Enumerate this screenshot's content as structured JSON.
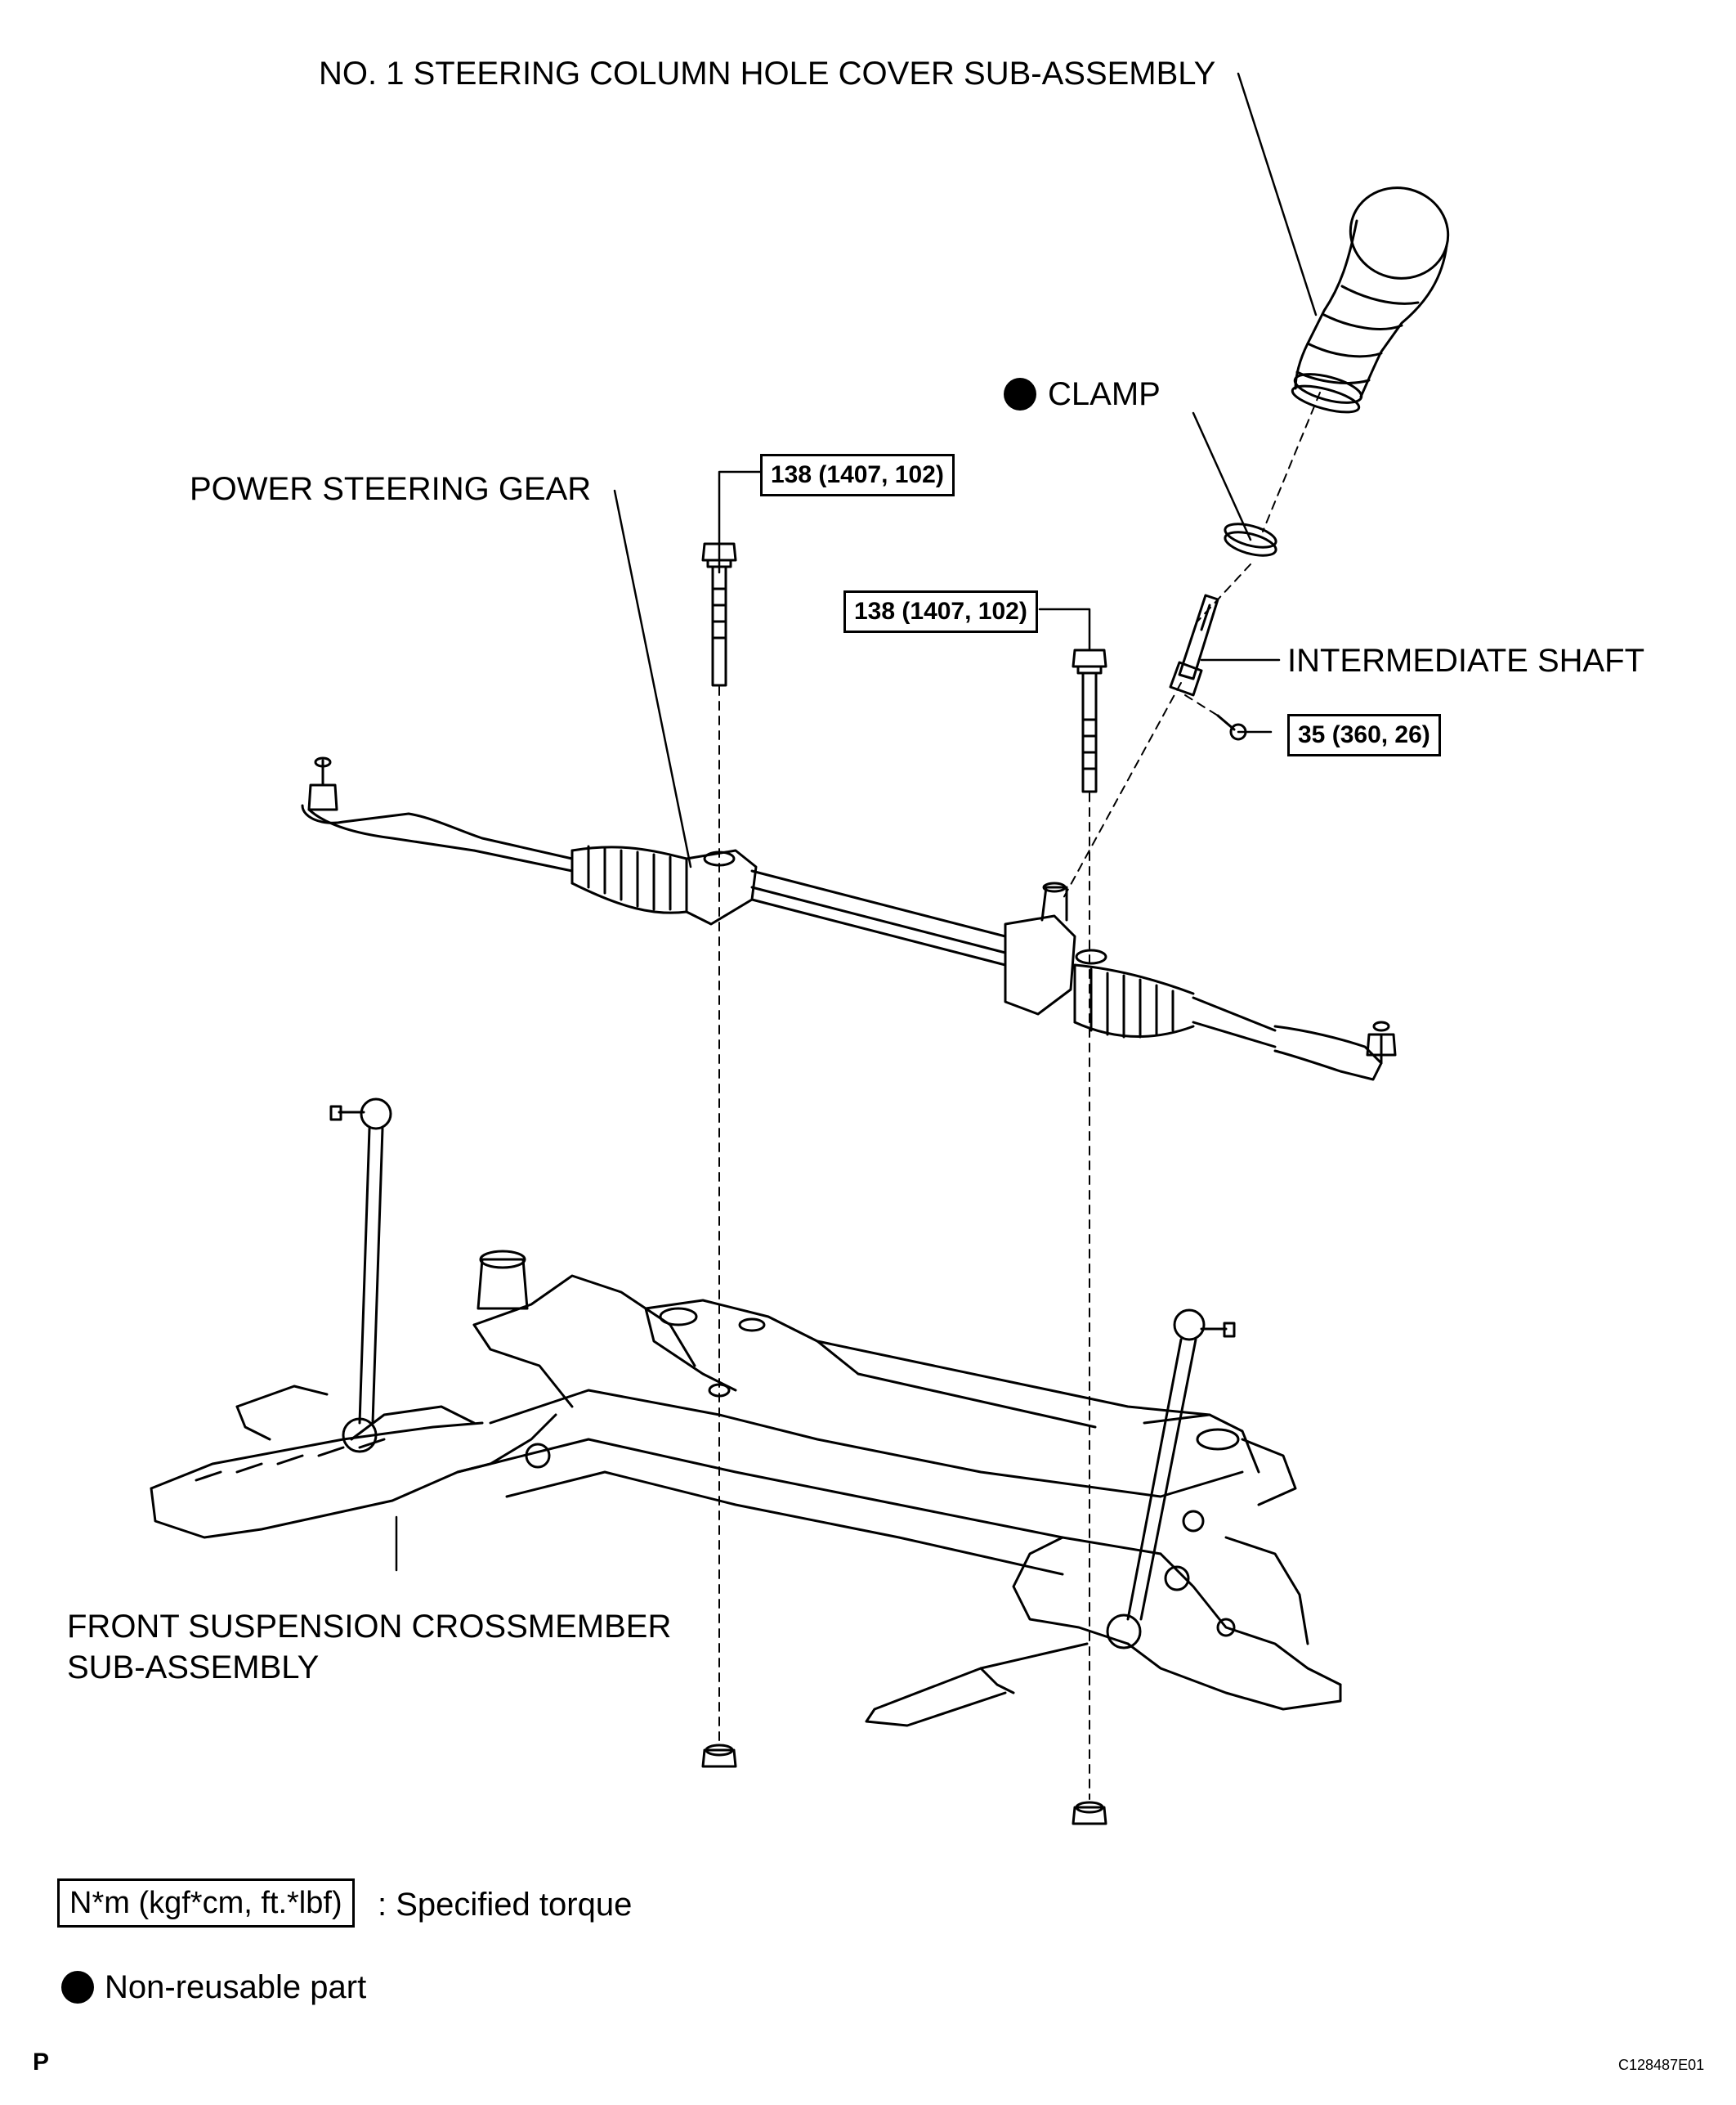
{
  "labels": {
    "hole_cover": "NO. 1 STEERING COLUMN HOLE COVER SUB-ASSEMBLY",
    "clamp": "CLAMP",
    "power_steering_gear": "POWER STEERING GEAR",
    "intermediate_shaft": "INTERMEDIATE SHAFT",
    "crossmember_line1": "FRONT SUSPENSION CROSSMEMBER",
    "crossmember_line2": "SUB-ASSEMBLY"
  },
  "torques": {
    "gear_bolt_left": "138 (1407, 102)",
    "gear_bolt_right": "138 (1407, 102)",
    "shaft_bolt": "35 (360, 26)"
  },
  "legend": {
    "torque_unit": "N*m (kgf*cm, ft.*lbf)",
    "torque_desc": ": Specified torque",
    "nonreusable": "Non-reusable part"
  },
  "footer": {
    "page_mark": "P",
    "figure_id": "C128487E01"
  }
}
